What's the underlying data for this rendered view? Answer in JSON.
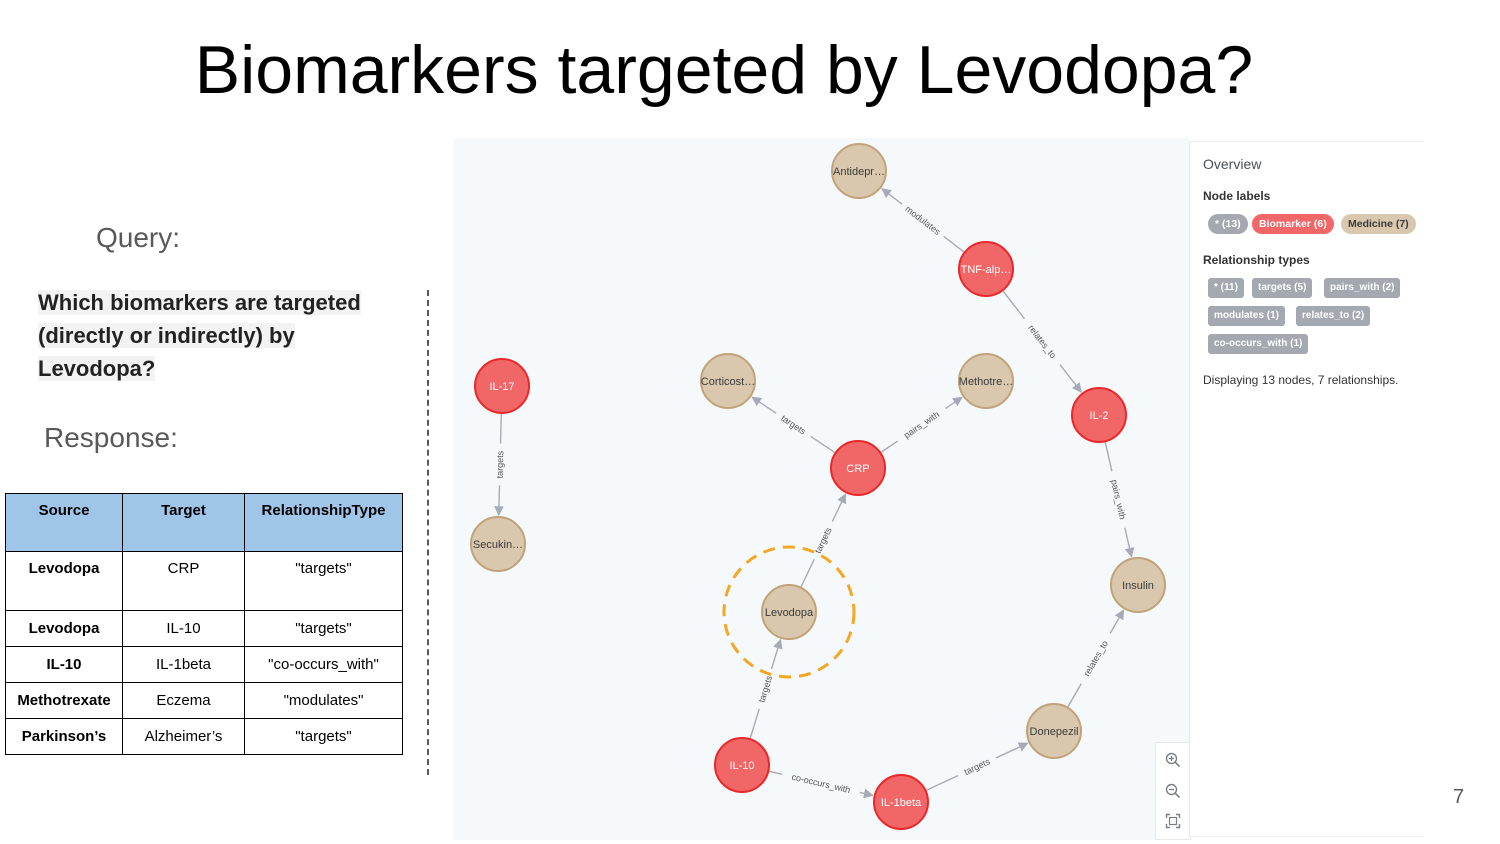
{
  "slide": {
    "title": "Biomarkers targeted by Levodopa?",
    "query_label": "Query:",
    "question": "Which biomarkers are targeted (directly or indirectly) by Levodopa?",
    "response_label": "Response:",
    "page_number": "7"
  },
  "table": {
    "headers": [
      "Source",
      "Target",
      "RelationshipType"
    ],
    "rows": [
      {
        "source": "Levodopa",
        "target": "CRP",
        "type": "\"targets\""
      },
      {
        "source": "Levodopa",
        "target": "IL-10",
        "type": "\"targets\""
      },
      {
        "source": "IL-10",
        "target": "IL-1beta",
        "type": "\"co-occurs_with\""
      },
      {
        "source": "Methotrexate",
        "target": "Eczema",
        "type": "\"modulates\""
      },
      {
        "source": "Parkinson’s",
        "target": "Alzheimer’s",
        "type": "\"targets\""
      }
    ]
  },
  "graph": {
    "colors": {
      "biomarker": "#f16667",
      "biomarker_border": "#eb2728",
      "medicine": "#d9c8ae",
      "medicine_border": "#c0a378",
      "highlight": "#f5a623",
      "edge": "#a5abb6"
    },
    "nodes": [
      {
        "id": "antidep",
        "label": "Antidepr…",
        "kind": "medicine"
      },
      {
        "id": "tnf",
        "label": "TNF-alp…",
        "kind": "biomarker"
      },
      {
        "id": "il17",
        "label": "IL-17",
        "kind": "biomarker"
      },
      {
        "id": "cortico",
        "label": "Corticost…",
        "kind": "medicine"
      },
      {
        "id": "methotre",
        "label": "Methotre…",
        "kind": "medicine"
      },
      {
        "id": "il2",
        "label": "IL-2",
        "kind": "biomarker"
      },
      {
        "id": "crp",
        "label": "CRP",
        "kind": "biomarker"
      },
      {
        "id": "secukin",
        "label": "Secukin…",
        "kind": "medicine"
      },
      {
        "id": "levodopa",
        "label": "Levodopa",
        "kind": "medicine",
        "selected": true
      },
      {
        "id": "insulin",
        "label": "Insulin",
        "kind": "medicine"
      },
      {
        "id": "donepezil",
        "label": "Donepezil",
        "kind": "medicine"
      },
      {
        "id": "il10",
        "label": "IL-10",
        "kind": "biomarker"
      },
      {
        "id": "il1beta",
        "label": "IL-1beta",
        "kind": "biomarker"
      }
    ],
    "edges": [
      {
        "from": "tnf",
        "to": "antidep",
        "label": "modulates"
      },
      {
        "from": "tnf",
        "to": "il2",
        "label": "relates_to"
      },
      {
        "from": "il17",
        "to": "secukin",
        "label": "targets"
      },
      {
        "from": "crp",
        "to": "cortico",
        "label": "targets"
      },
      {
        "from": "crp",
        "to": "methotre",
        "label": "pairs_with"
      },
      {
        "from": "levodopa",
        "to": "crp",
        "label": "targets"
      },
      {
        "from": "il2",
        "to": "insulin",
        "label": "pairs_with"
      },
      {
        "from": "il10",
        "to": "levodopa",
        "label": "targets"
      },
      {
        "from": "il10",
        "to": "il1beta",
        "label": "co-occurs_with"
      },
      {
        "from": "il1beta",
        "to": "donepezil",
        "label": "targets"
      },
      {
        "from": "donepezil",
        "to": "insulin",
        "label": "relates_to"
      }
    ]
  },
  "panel": {
    "overview": "Overview",
    "node_labels_heading": "Node labels",
    "node_labels": [
      {
        "text": "* (13)",
        "bg": "#a3a8b1",
        "fg": "#ffffff"
      },
      {
        "text": "Biomarker (6)",
        "bg": "#f16667",
        "fg": "#ffffff"
      },
      {
        "text": "Medicine (7)",
        "bg": "#d9c8ae",
        "fg": "#3b3b3b"
      }
    ],
    "rel_types_heading": "Relationship types",
    "rel_types": [
      "* (11)",
      "targets (5)",
      "pairs_with (2)",
      "modulates (1)",
      "relates_to (2)",
      "co-occurs_with (1)"
    ],
    "displaying": "Displaying 13 nodes, 7 relationships."
  },
  "zoom": {
    "zoom_in": "zoom-in-icon",
    "zoom_out": "zoom-out-icon",
    "fit": "fit-to-screen-icon"
  }
}
